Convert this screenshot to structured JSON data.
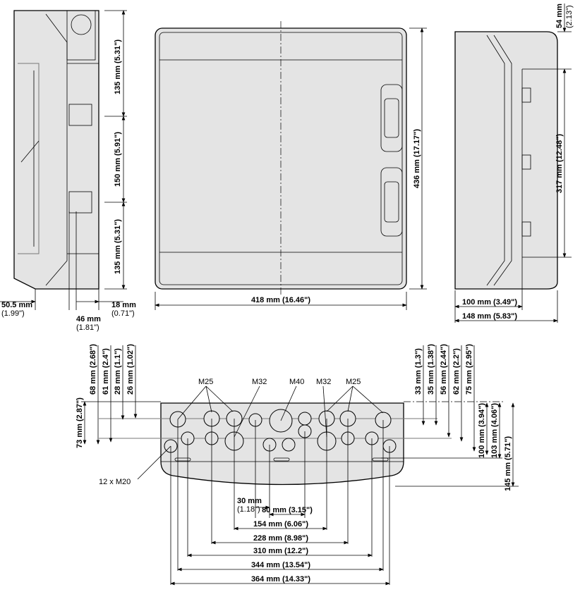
{
  "side_view_left": {
    "dims": [
      "135 mm (5.31\")",
      "150 mm (5.91\")",
      "135 mm (5.31\")"
    ],
    "depth": {
      "mm": "50.5 mm",
      "in": "(1.99\")"
    },
    "rail": {
      "mm": "46 mm",
      "in": "(1.81\")"
    },
    "offset": {
      "mm": "18 mm",
      "in": "(0.71\")"
    }
  },
  "front_view": {
    "height": "436 mm (17.17\")",
    "width": "418 mm (16.46\")"
  },
  "side_view_right": {
    "top": "54 mm",
    "top_in": "(2.13\")",
    "rail_span": "317 mm (12.48\")",
    "depth1": "100 mm (3.49\")",
    "depth2": "148 mm (5.83\")"
  },
  "bottom_view": {
    "labels": {
      "m25_left": "M25",
      "m32_left": "M32",
      "m40": "M40",
      "m32_right": "M32",
      "m25_right": "M25",
      "m20": "12 x M20"
    },
    "left_dims": [
      "68 mm (2.68\")",
      "61 mm (2.4\")",
      "28 mm (1.1\")",
      "26 mm (1.02\")"
    ],
    "left_height": "73 mm (2.87\")",
    "right_dims": [
      "33 mm (1.3\")",
      "35 mm (1.38\")",
      "56 mm (2.44\")",
      "62 mm (2.2\")",
      "75 mm (2.95\")"
    ],
    "right_heights": [
      "100 mm (3.94\")",
      "103 mm (4.06\")",
      "145 mm (5.71\")"
    ],
    "dim_30_mm": "30 mm",
    "dim_30_in": "(1.18\")",
    "bottom_dims": [
      "80 mm (3.15\")",
      "154 mm (6.06\")",
      "228 mm (8.98\")",
      "310 mm (12.2\")",
      "344 mm (13.54\")",
      "364 mm (14.33\")"
    ]
  }
}
